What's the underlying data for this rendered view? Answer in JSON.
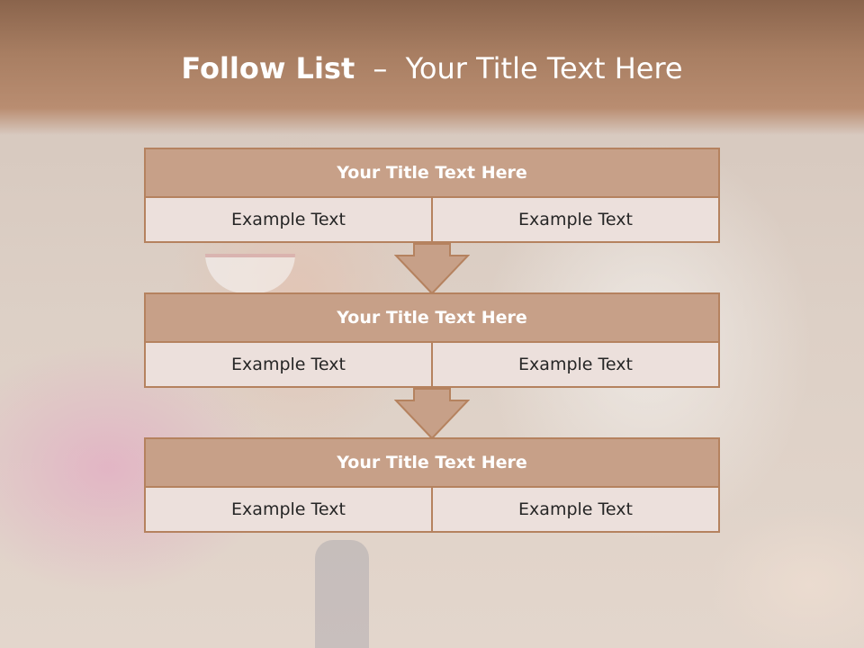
{
  "slide": {
    "title_bold": "Follow List",
    "title_dash": "–",
    "title_rest": "Your Title Text Here"
  },
  "blocks": [
    {
      "title": "Your Title Text Here",
      "left": "Example Text",
      "right": "Example Text"
    },
    {
      "title": "Your Title Text Here",
      "left": "Example Text",
      "right": "Example Text"
    },
    {
      "title": "Your Title Text Here",
      "left": "Example Text",
      "right": "Example Text"
    }
  ],
  "colors": {
    "header": "#a87e62",
    "box_fill": "#c7a088",
    "box_border": "#b5825f",
    "cell_fill": "#ece0dc"
  }
}
